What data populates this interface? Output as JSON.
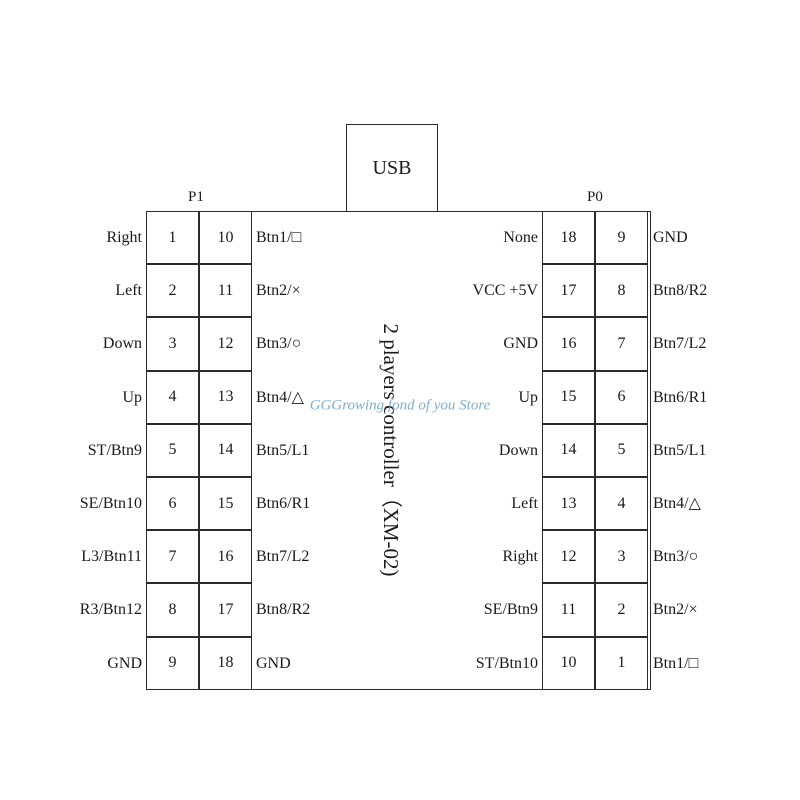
{
  "usb_label": "USB",
  "title": "2 players controller（XM-02)",
  "watermark": "GGGrowing fond of you Store",
  "p1": {
    "header": "P1",
    "rows": [
      {
        "left": "Right",
        "pin_a": "1",
        "pin_b": "10",
        "right": "Btn1/□"
      },
      {
        "left": "Left",
        "pin_a": "2",
        "pin_b": "11",
        "right": "Btn2/×"
      },
      {
        "left": "Down",
        "pin_a": "3",
        "pin_b": "12",
        "right": "Btn3/○"
      },
      {
        "left": "Up",
        "pin_a": "4",
        "pin_b": "13",
        "right": "Btn4/△"
      },
      {
        "left": "ST/Btn9",
        "pin_a": "5",
        "pin_b": "14",
        "right": "Btn5/L1"
      },
      {
        "left": "SE/Btn10",
        "pin_a": "6",
        "pin_b": "15",
        "right": "Btn6/R1"
      },
      {
        "left": "L3/Btn11",
        "pin_a": "7",
        "pin_b": "16",
        "right": "Btn7/L2"
      },
      {
        "left": "R3/Btn12",
        "pin_a": "8",
        "pin_b": "17",
        "right": "Btn8/R2"
      },
      {
        "left": "GND",
        "pin_a": "9",
        "pin_b": "18",
        "right": "GND"
      }
    ]
  },
  "p0": {
    "header": "P0",
    "rows": [
      {
        "left": "None",
        "pin_a": "18",
        "pin_b": "9",
        "right": "GND"
      },
      {
        "left": "VCC +5V",
        "pin_a": "17",
        "pin_b": "8",
        "right": "Btn8/R2"
      },
      {
        "left": "GND",
        "pin_a": "16",
        "pin_b": "7",
        "right": "Btn7/L2"
      },
      {
        "left": "Up",
        "pin_a": "15",
        "pin_b": "6",
        "right": "Btn6/R1"
      },
      {
        "left": "Down",
        "pin_a": "14",
        "pin_b": "5",
        "right": "Btn5/L1"
      },
      {
        "left": "Left",
        "pin_a": "13",
        "pin_b": "4",
        "right": "Btn4/△"
      },
      {
        "left": "Right",
        "pin_a": "12",
        "pin_b": "3",
        "right": "Btn3/○"
      },
      {
        "left": "SE/Btn9",
        "pin_a": "11",
        "pin_b": "2",
        "right": "Btn2/×"
      },
      {
        "left": "ST/Btn10",
        "pin_a": "10",
        "pin_b": "1",
        "right": "Btn1/□"
      }
    ]
  }
}
